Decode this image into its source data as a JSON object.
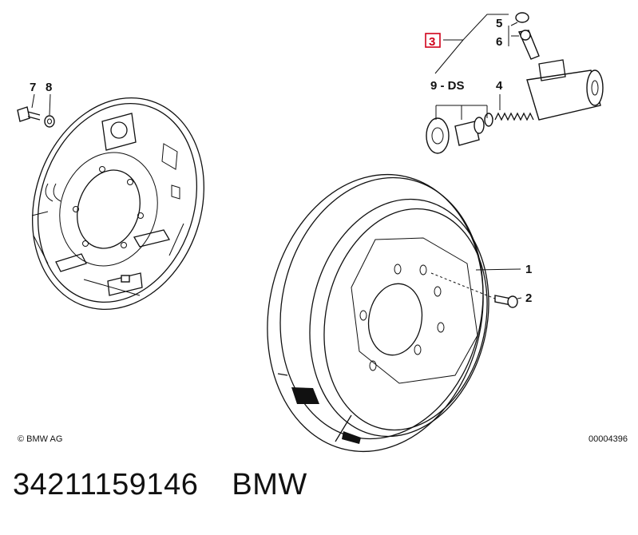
{
  "diagram": {
    "callouts": {
      "c1": "1",
      "c2": "2",
      "c3": "3",
      "c4": "4",
      "c5": "5",
      "c6": "6",
      "c7": "7",
      "c8": "8",
      "c9": "9 - DS"
    },
    "highlight_color": "#d0021b",
    "copyright": "© BMW AG",
    "image_code": "00004396"
  },
  "footer": {
    "part_number": "34211159146",
    "brand": "BMW"
  }
}
